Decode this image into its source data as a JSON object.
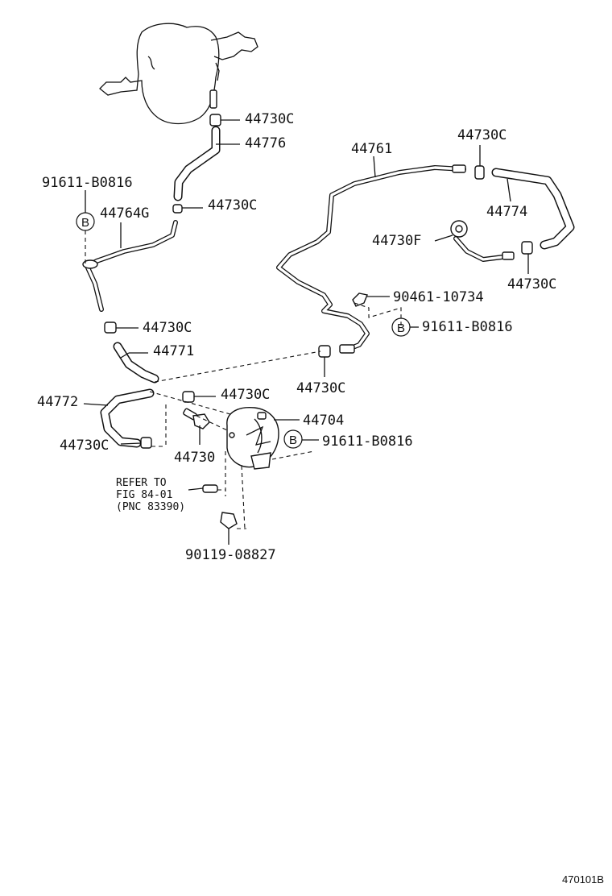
{
  "diagram_id": "470101B",
  "badge_letter": "B",
  "refer_note": {
    "line1": "REFER TO",
    "line2": "FIG 84-01",
    "line3": "(PNC 83390)"
  },
  "parts": {
    "clamp_top": "44730C",
    "hose_44776": "44776",
    "clamp_mid_left": "44730C",
    "clip_left": "91611-B0816",
    "hose_44764g": "44764G",
    "clamp_left_lower": "44730C",
    "hose_44771": "44771",
    "clamp_center": "44730C",
    "hose_44772": "44772",
    "clamp_bottom_left": "44730C",
    "union_44730": "44730",
    "pipe_44761": "44761",
    "clamp_top_right": "44730C",
    "hose_44774": "44774",
    "clamp_right": "44730C",
    "fitting_44730f": "44730F",
    "bolt_90461": "90461-10734",
    "clip_right_mid": "91611-B0816",
    "clamp_pipe_end": "44730C",
    "pump_44704": "44704",
    "clip_pump": "91611-B0816",
    "bolt_90119": "90119-08827"
  }
}
